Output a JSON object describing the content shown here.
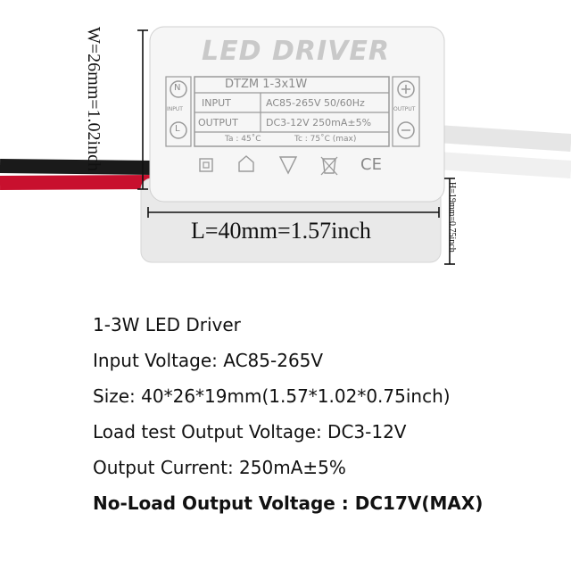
{
  "product": {
    "dimension_width": "W=26mm=1.02inch",
    "dimension_length": "L=40mm=1.57inch",
    "dimension_height": "H=19mm=0.75inch",
    "label": {
      "title": "LED DRIVER",
      "model": "DTZM  1-3x1W",
      "input_label": "INPUT",
      "input_value": "AC85-265V 50/60Hz",
      "output_label": "OUTPUT",
      "output_value": "DC3-12V 250mA±5%",
      "ta": "Ta : 45˚C",
      "tc": "Tc : 75˚C (max)",
      "n_mark": "N",
      "l_mark": "L",
      "left_terminal_label": "INPUT",
      "right_terminal_label": "OUTPUT",
      "ce_mark": "CE"
    }
  },
  "specs": [
    {
      "text": "1-3W LED Driver",
      "bold": false
    },
    {
      "text": "Input Voltage: AC85-265V",
      "bold": false
    },
    {
      "text": "Size: 40*26*19mm(1.57*1.02*0.75inch)",
      "bold": false
    },
    {
      "text": "Load test Output Voltage: DC3-12V",
      "bold": false
    },
    {
      "text": "Output Current: 250mA±5%",
      "bold": false
    },
    {
      "text": "No-Load Output Voltage : DC17V(MAX)",
      "bold": true
    }
  ],
  "colors": {
    "housing": "#f2f2f2",
    "label_print": "#8a8a8a",
    "wire_red": "#c8102e",
    "wire_black": "#1a1a1a",
    "wire_white": "#ffffff"
  }
}
